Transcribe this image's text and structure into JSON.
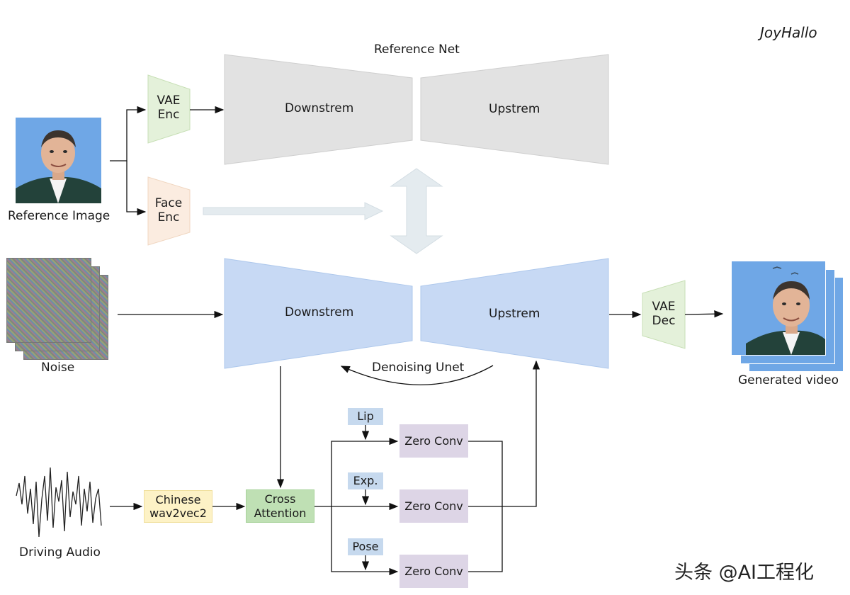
{
  "brand": "JoyHallo",
  "watermark": "头条 @AI工程化",
  "reference_net": {
    "title": "Reference Net",
    "downstream": "Downstrem",
    "upstream": "Upstrem"
  },
  "denoising_unet": {
    "label": "Denoising Unet",
    "downstream": "Downstrem",
    "upstream": "Upstrem"
  },
  "encoders": {
    "vae_enc": [
      "VAE",
      "Enc"
    ],
    "face_enc": [
      "Face",
      "Enc"
    ],
    "vae_dec": [
      "VAE",
      "Dec"
    ]
  },
  "inputs": {
    "reference_image": "Reference Image",
    "noise": "Noise",
    "driving_audio": "Driving Audio"
  },
  "output": {
    "generated_video": "Generated video"
  },
  "audio_branch": {
    "wav2vec": [
      "Chinese",
      "wav2vec2"
    ],
    "cross_attention": [
      "Cross",
      "Attention"
    ]
  },
  "heads": [
    {
      "tag": "Lip",
      "block": "Zero Conv"
    },
    {
      "tag": "Exp.",
      "block": "Zero Conv"
    },
    {
      "tag": "Pose",
      "block": "Zero Conv"
    }
  ],
  "colors": {
    "reference_fill": "#e2e2e2",
    "unet_fill": "#c7d9f4",
    "vae_fill": "#e4f1da",
    "face_fill": "#fbece0",
    "wav2vec_fill": "#fdf2c6",
    "cross_attn_fill": "#bfe0b4",
    "zero_conv_fill": "#ddd5e6",
    "tag_fill": "#c6d9ee",
    "photo_bg": "#6fa7e6"
  }
}
